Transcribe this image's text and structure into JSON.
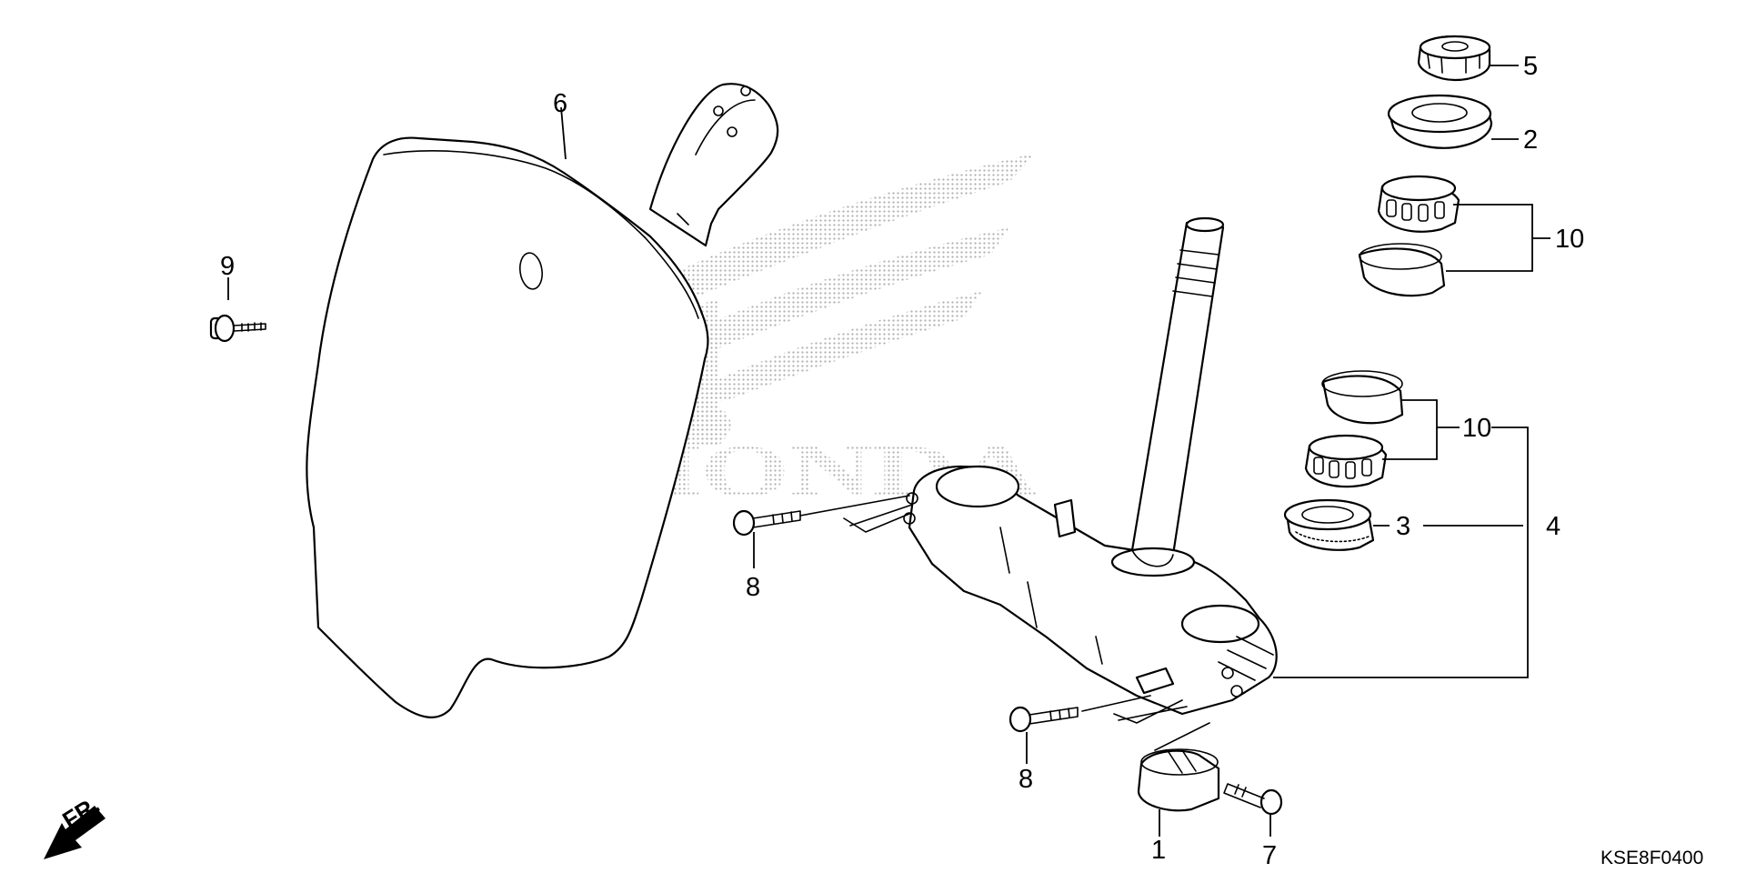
{
  "diagram": {
    "callouts": {
      "c1": "1",
      "c2": "2",
      "c3": "3",
      "c4": "4",
      "c5": "5",
      "c6": "6",
      "c7": "7",
      "c8a": "8",
      "c8b": "8",
      "c9": "9",
      "c10a": "10",
      "c10b": "10"
    },
    "front_indicator": "FR.",
    "watermark_text": "HONDA",
    "diagram_code": "KSE8F0400",
    "colors": {
      "line": "#000000",
      "background": "#ffffff",
      "watermark": "#b8b8b8"
    },
    "icons": {
      "front_arrow": "arrow-down-left-icon"
    }
  }
}
